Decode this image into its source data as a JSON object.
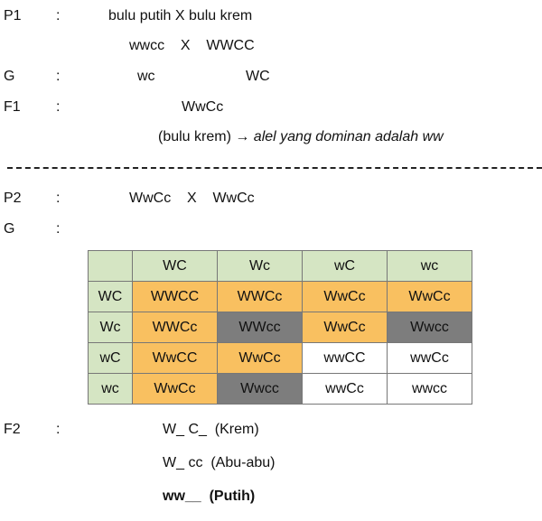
{
  "cross1": {
    "p1_label": "P1",
    "p1_colon": ":",
    "p1_text": "bulu putih  X  bulu krem",
    "p1_genotype": "wwcc    X    WWCC",
    "g_label": "G",
    "g_colon": ":",
    "g_left": "wc",
    "g_right": "WC",
    "f1_label": "F1",
    "f1_colon": ":",
    "f1_genotype": "WwCc",
    "f1_note_prefix": "(bulu krem) → ",
    "f1_note_italic": "alel yang dominan adalah ww"
  },
  "cross2": {
    "p2_label": "P2",
    "p2_colon": ":",
    "p2_genotype": "WwCc    X    WwCc",
    "g_label": "G",
    "g_colon": ":"
  },
  "punnett": {
    "col_headers": [
      "WC",
      "Wc",
      "wC",
      "wc"
    ],
    "rows": [
      {
        "header": "WC",
        "cells": [
          "WWCC",
          "WWCc",
          "WwCc",
          "WwCc"
        ],
        "colors": [
          "krem",
          "krem",
          "krem",
          "krem"
        ]
      },
      {
        "header": "Wc",
        "cells": [
          "WWCc",
          "WWcc",
          "WwCc",
          "Wwcc"
        ],
        "colors": [
          "krem",
          "abu",
          "krem",
          "abu"
        ]
      },
      {
        "header": "wC",
        "cells": [
          "WwCC",
          "WwCc",
          "wwCC",
          "wwCc"
        ],
        "colors": [
          "krem",
          "krem",
          "putih",
          "putih"
        ]
      },
      {
        "header": "wc",
        "cells": [
          "WwCc",
          "Wwcc",
          "wwCc",
          "wwcc"
        ],
        "colors": [
          "krem",
          "abu",
          "putih",
          "putih"
        ]
      }
    ],
    "colors": {
      "header": "#d5e5c3",
      "krem": "#f9c060",
      "abu": "#7d7d7d",
      "putih": "#ffffff"
    }
  },
  "f2": {
    "label": "F2",
    "colon": ":",
    "line1": "W_ C_  (Krem)",
    "line2": "W_ cc  (Abu-abu)",
    "line3": "ww__  (Putih)"
  }
}
